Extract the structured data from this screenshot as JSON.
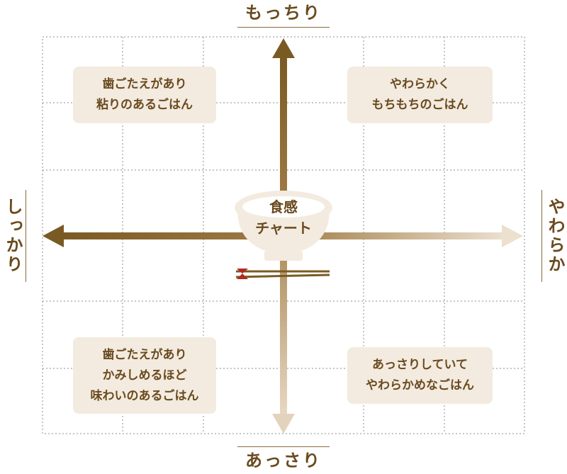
{
  "axes": {
    "top": "もっちり",
    "bottom": "あっさり",
    "left": "しっかり",
    "right": "やわらか"
  },
  "center": {
    "line1": "食感",
    "line2": "チャート"
  },
  "quadrants": {
    "top_left": [
      "歯ごたえがあり",
      "粘りのあるごはん"
    ],
    "top_right": [
      "やわらかく",
      "もちもちのごはん"
    ],
    "bottom_left": [
      "歯ごたえがあり",
      "かみしめるほど",
      "味わいのあるごはん"
    ],
    "bottom_right": [
      "あっさりしていて",
      "やわらかめなごはん"
    ]
  },
  "icons": [
    "rice-bowl-icon",
    "chopsticks-icon"
  ],
  "colors": {
    "dark_brown": "#7a5a23",
    "light_tan": "#f3ebdf",
    "text": "#6a4a1f",
    "chopstick_band": "#b02a1f"
  }
}
